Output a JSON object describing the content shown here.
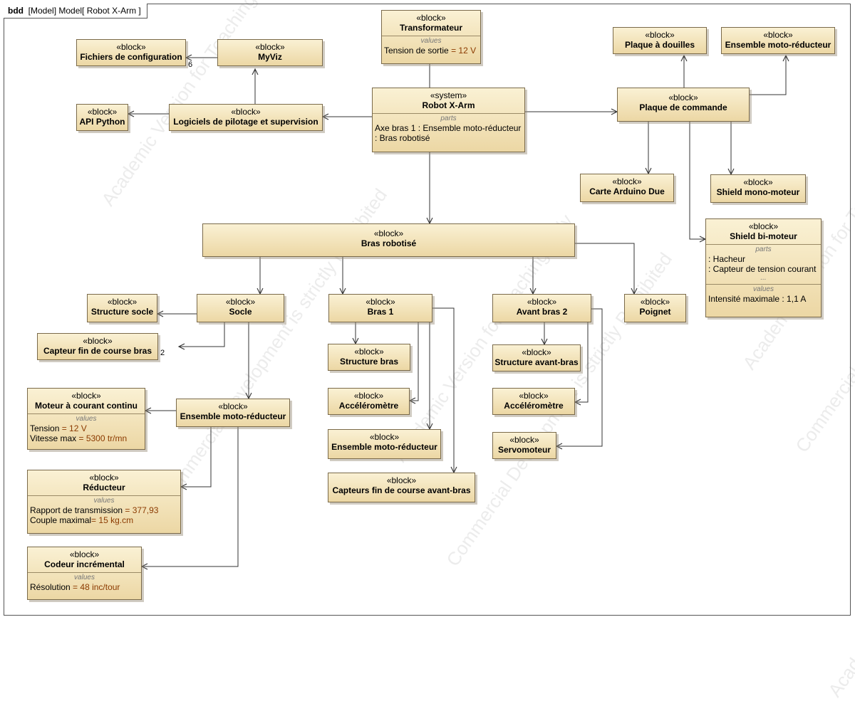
{
  "header": {
    "kind": "bdd",
    "label": "[Model] Model[ Robot X-Arm ]"
  },
  "stereotypes": {
    "block": "«block»",
    "system": "«system»"
  },
  "section_labels": {
    "parts": "parts",
    "values": "values"
  },
  "blocks": {
    "transformateur": {
      "name": "Transformateur",
      "values": [
        {
          "label": "Tension de sortie",
          "value": "= 12 V"
        }
      ]
    },
    "myviz": {
      "name": "MyViz"
    },
    "fichiers": {
      "name": "Fichiers de configuration"
    },
    "plaque_douilles": {
      "name": "Plaque à douilles"
    },
    "ens_moto_top": {
      "name": "Ensemble moto-réducteur"
    },
    "api": {
      "name": "API Python"
    },
    "logiciels": {
      "name": "Logiciels de pilotage et supervision"
    },
    "robot": {
      "name": "Robot X-Arm",
      "parts": [
        "Axe bras 1 : Ensemble moto-réducteur",
        " : Bras robotisé"
      ]
    },
    "plaque_cmd": {
      "name": "Plaque de commande"
    },
    "arduino": {
      "name": "Carte Arduino Due"
    },
    "shield_mono": {
      "name": "Shield mono-moteur"
    },
    "shield_bi": {
      "name": "Shield bi-moteur",
      "parts": [
        ": Hacheur",
        ": Capteur de tension courant",
        "..."
      ],
      "values": [
        {
          "label": "Intensité maximale",
          "value": ": 1,1 A"
        }
      ]
    },
    "bras_robotise": {
      "name": "Bras robotisé"
    },
    "structure_socle": {
      "name": "Structure socle"
    },
    "socle": {
      "name": "Socle"
    },
    "bras1": {
      "name": "Bras 1"
    },
    "avant_bras2": {
      "name": "Avant bras 2"
    },
    "poignet": {
      "name": "Poignet"
    },
    "capteur_fin_bras": {
      "name": "Capteur fin de course bras"
    },
    "structure_bras": {
      "name": "Structure bras"
    },
    "structure_avant_bras": {
      "name": "Structure avant-bras"
    },
    "moteur_cc": {
      "name": "Moteur à courant continu",
      "values": [
        {
          "label": "Tension",
          "value": "= 12 V"
        },
        {
          "label": "Vitesse max",
          "value": "= 5300 tr/mn"
        }
      ]
    },
    "ens_moto_socle": {
      "name": "Ensemble moto-réducteur"
    },
    "accelero1": {
      "name": "Accéléromètre"
    },
    "accelero2": {
      "name": "Accéléromètre"
    },
    "ens_moto_bras1": {
      "name": "Ensemble moto-réducteur"
    },
    "servomoteur": {
      "name": "Servomoteur"
    },
    "reducteur": {
      "name": "Réducteur",
      "values": [
        {
          "label": "Rapport de transmission",
          "value": "= 377,93"
        },
        {
          "label": "Couple maximal",
          "value": "= 15 kg.cm"
        }
      ]
    },
    "capteurs_avant_bras": {
      "name": "Capteurs fin de course avant-bras"
    },
    "codeur": {
      "name": "Codeur incrémental",
      "values": [
        {
          "label": "Résolution",
          "value": "= 48 inc/tour"
        }
      ]
    }
  },
  "multiplicities": {
    "fichiers": "6",
    "capteur_fin_bras": "2"
  },
  "watermark": {
    "lines": [
      "Academic Version for Teaching Only",
      "Commercial Development is strictly Prohibited"
    ]
  },
  "colors": {
    "block_top": "#faf1d4",
    "block_bottom": "#ecd7a4",
    "border": "#7a6a4a",
    "value": "#8b3a00",
    "line": "#333333"
  }
}
